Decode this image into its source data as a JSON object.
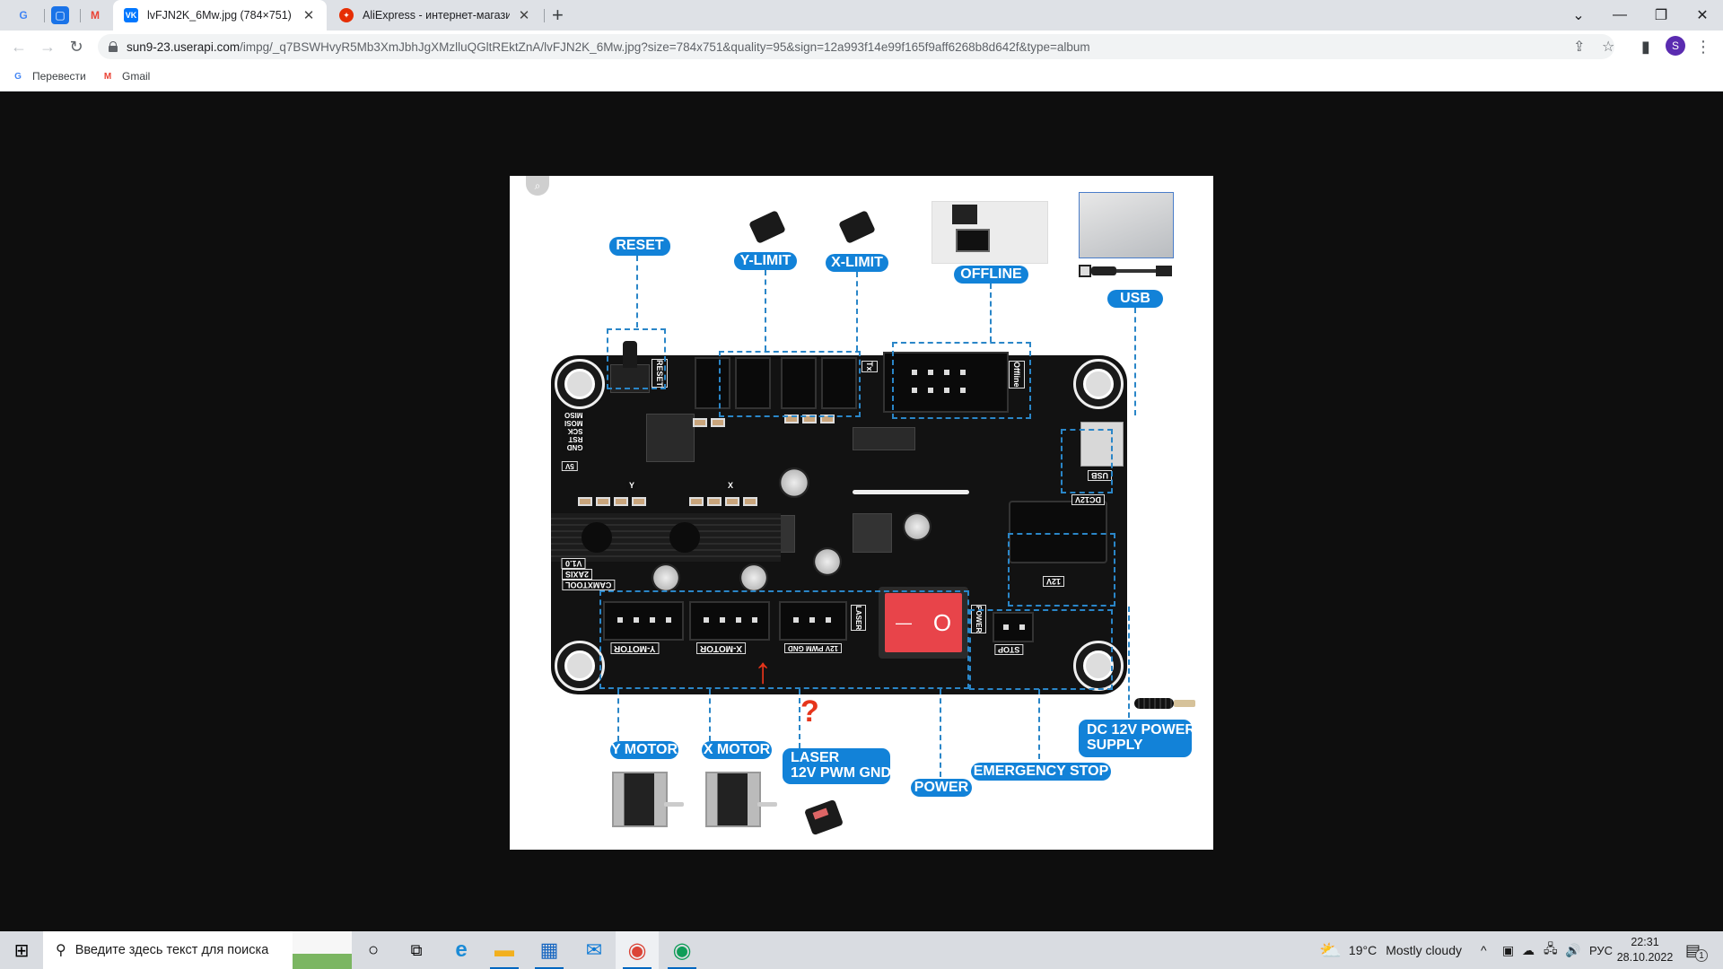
{
  "browser": {
    "pinned_tabs": [
      {
        "name": "google-translate",
        "glyph": "G",
        "color": "#4285f4"
      },
      {
        "name": "messages",
        "glyph": "▢",
        "color": "#1a73e8"
      },
      {
        "name": "gmail",
        "glyph": "M",
        "color": "#ea4335"
      }
    ],
    "tabs": [
      {
        "title": "lvFJN2K_6Mw.jpg (784×751)",
        "favicon": "vk-icon",
        "favicon_glyph": "VK",
        "favicon_color": "#0077ff",
        "active": true,
        "close": "✕"
      },
      {
        "title": "AliExpress - интернет-магазин э",
        "favicon": "aliexpress-icon",
        "favicon_glyph": "✦",
        "favicon_color": "#e62e04",
        "active": false,
        "close": "✕"
      }
    ],
    "new_tab": "+",
    "window_controls": {
      "tab_search": "⌄",
      "minimize": "—",
      "restore": "❐",
      "close": "✕"
    },
    "nav": {
      "back": "←",
      "forward": "→",
      "reload": "↻"
    },
    "url_host": "sun9-23.userapi.com",
    "url_path": "/impg/_q7BSWHvyR5Mb3XmJbhJgXMzlluQGltREktZnA/lvFJN2K_6Mw.jpg?size=784x751&quality=95&sign=12a993f14e99f165f9aff6268b8d642f&type=album",
    "omnibox_icons": {
      "share": "⇪",
      "bookmark": "☆"
    },
    "side_panel": "▮",
    "profile_initial": "S",
    "menu": "⋮",
    "bookmarks": [
      {
        "label": "Перевести",
        "glyph": "G",
        "color": "#4285f4"
      },
      {
        "label": "Gmail",
        "glyph": "M",
        "color": "#ea4335"
      }
    ]
  },
  "image": {
    "zoom_hint": "⌕",
    "labels": {
      "reset": "RESET",
      "y_limit": "Y-LIMIT",
      "x_limit": "X-LIMIT",
      "offline": "OFFLINE",
      "usb": "USB",
      "y_motor": "Y MOTOR",
      "x_motor": "X MOTOR",
      "laser_line1": "LASER",
      "laser_line2": "12V PWM GND",
      "power": "POWER",
      "emergency_stop": "EMERGENCY STOP",
      "dc_line1": "DC 12V POWER",
      "dc_line2": "SUPPLY"
    },
    "silkscreen": {
      "reset": "RESET",
      "offline": "Offline",
      "tx": "Tx",
      "v5": "5V",
      "isp": [
        "MISO",
        "MOSI",
        "SCK",
        "RST",
        "GND"
      ],
      "isp_5v": "5V",
      "usb": "USB",
      "dc12v": "DC12V",
      "camxtool": "CAMXTOOL",
      "axis": "2AXIS",
      "version": "V1.0",
      "y_motor": "Y-MOTOR",
      "x_motor": "X-MOTOR",
      "laser_pins": "12V PWM GND",
      "laser": "LASER",
      "power": "POWER",
      "stop": "STOP",
      "v12": "12V",
      "y": "Y",
      "x": "X"
    },
    "annotation": {
      "arrow": "↑",
      "question": "?"
    },
    "switch": {
      "off": "—",
      "on": "O"
    }
  },
  "taskbar": {
    "start": "⊞",
    "search_placeholder": "Введите здесь текст для поиска",
    "search_icon": "⚲",
    "cortana": "○",
    "task_view": "⧉",
    "apps": [
      {
        "name": "edge",
        "glyph": "e",
        "color": "#1b8bd6",
        "running": false
      },
      {
        "name": "file-explorer",
        "glyph": "▬",
        "color": "#f2b01e",
        "running": true
      },
      {
        "name": "microsoft-store",
        "glyph": "▦",
        "color": "#1565c0",
        "running": true
      },
      {
        "name": "mail",
        "glyph": "✉",
        "color": "#0a78d4",
        "running": false
      },
      {
        "name": "chrome-profile-s",
        "glyph": "◉",
        "color": "#db4437",
        "running": true
      },
      {
        "name": "chrome-profile-c",
        "glyph": "◉",
        "color": "#0f9d58",
        "running": true
      }
    ],
    "weather": {
      "temp": "19°C",
      "desc": "Mostly cloudy",
      "glyph": "⛅"
    },
    "tray": {
      "chevron": "^",
      "meet": "▣",
      "onedrive": "☁",
      "network": "🖧",
      "volume": "🔊",
      "lang": "РУС"
    },
    "time": "22:31",
    "date": "28.10.2022",
    "notifications": {
      "glyph": "▤",
      "count": "1"
    }
  }
}
